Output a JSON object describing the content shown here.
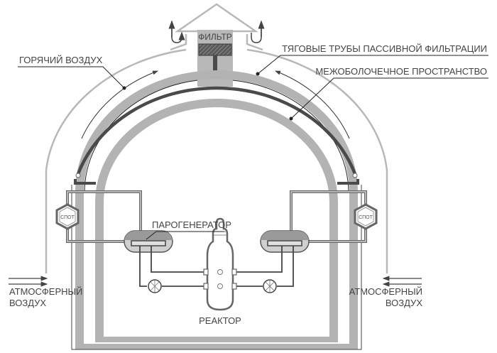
{
  "title": "Схема пассивной фильтрации межоболочечного пространства",
  "colors": {
    "wall": "#b3b3b3",
    "pipe": "#4a4a4a",
    "outline": "#666666",
    "thin_line": "#222222",
    "outer_arch": "#b8b8b8",
    "text": "#444444",
    "sg_fill": "#9a9a9a",
    "sg_fill_light": "#cfcfcf"
  },
  "labels": {
    "filter": "ФИЛЬТР",
    "hot_air": "ГОРЯЧИЙ ВОЗДУХ",
    "draft_pipes": "ТЯГОВЫЕ ТРУБЫ ПАССИВНОЙ ФИЛЬТРАЦИИ",
    "interspace": "МЕЖОБОЛОЧЕЧНОЕ ПРОСТРАНСТВО",
    "steam_generator": "ПАРОГЕНЕРАТОР",
    "reactor": "РЕАКТОР",
    "spot_left": "СПОТ",
    "spot_right": "СПОТ",
    "atm_air_left_line1": "АТМОСФЕРНЫЙ",
    "atm_air_left_line2": "ВОЗДУХ",
    "atm_air_right_line1": "АТМОСФЕРНЫЙ",
    "atm_air_right_line2": "ВОЗДУХ"
  },
  "icons": {
    "filter": "hatched-filter-cartridge",
    "spot": "hexagon-heat-exchanger",
    "pump": "circle-pump",
    "reactor": "reactor-vessel",
    "arrow": "flow-arrow"
  }
}
